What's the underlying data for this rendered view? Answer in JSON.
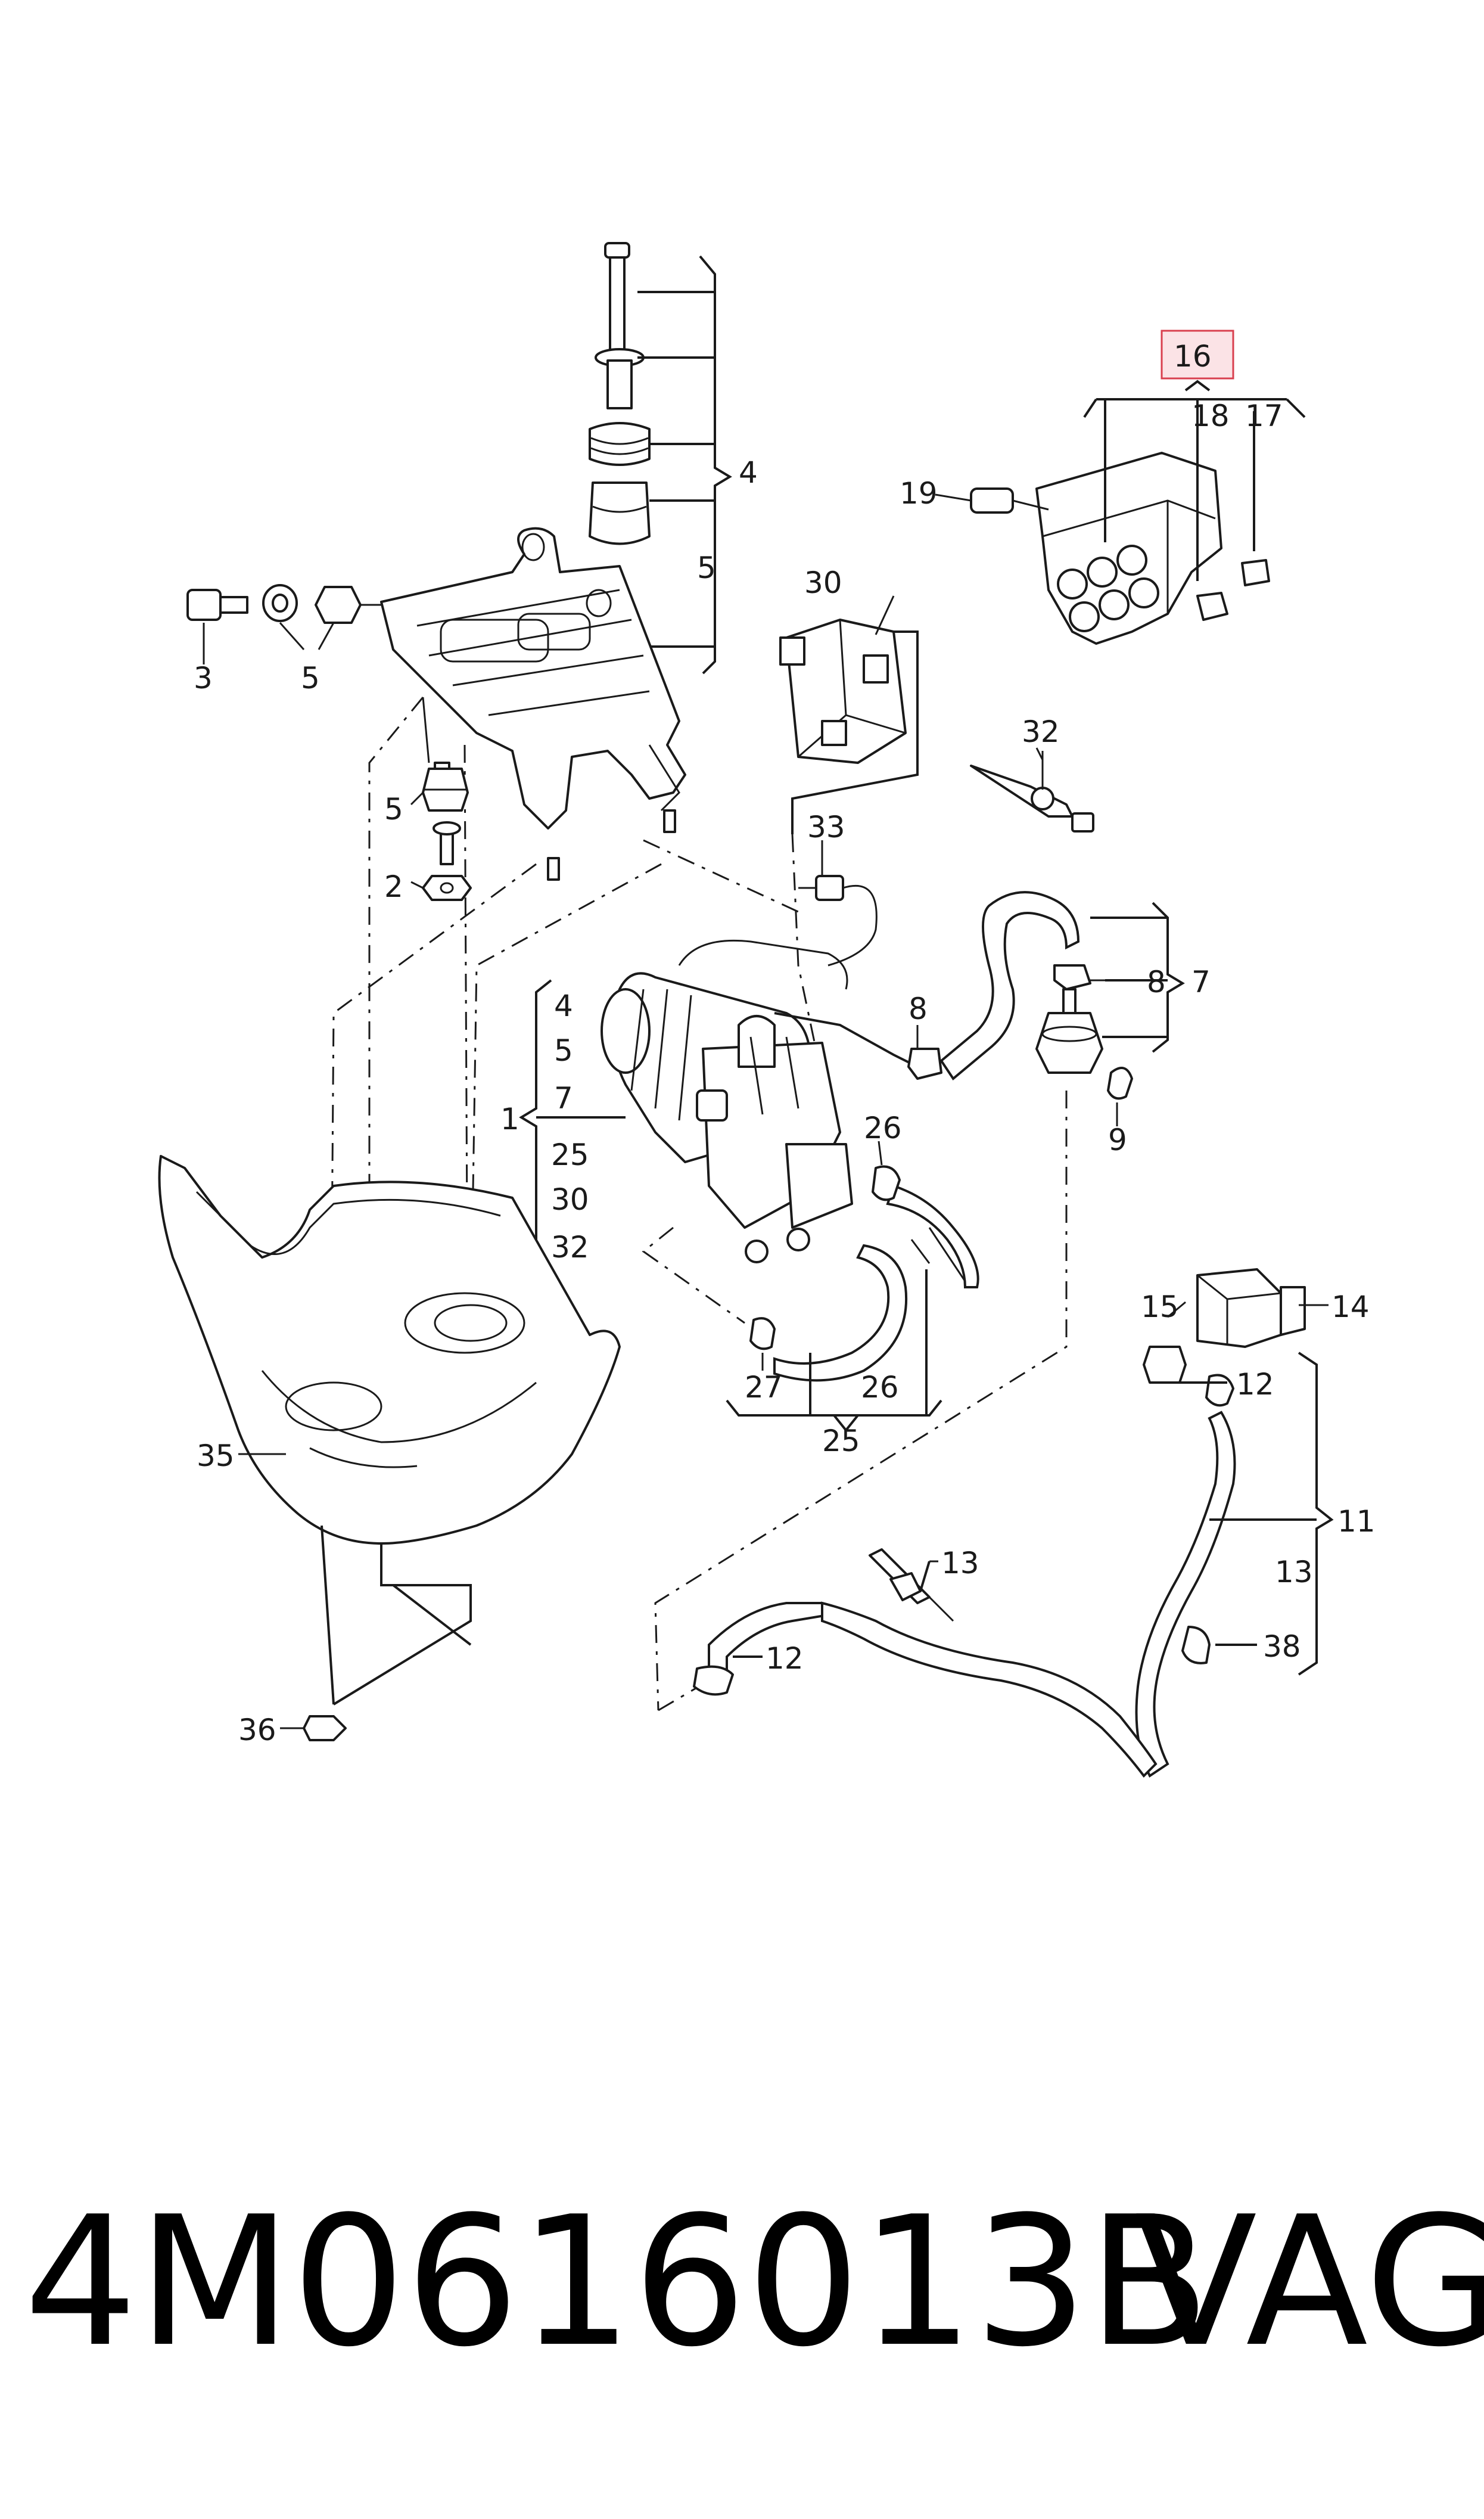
{
  "callouts": {
    "c1": "1",
    "c2": "2",
    "c3": "3",
    "c4": "4",
    "c5": "5",
    "c7": "7",
    "c8": "8",
    "c9": "9",
    "c11": "11",
    "c12": "12",
    "c13": "13",
    "c14": "14",
    "c15": "15",
    "c16": "16",
    "c17": "17",
    "c18": "18",
    "c19": "19",
    "c25": "25",
    "c26": "26",
    "c27": "27",
    "c30": "30",
    "c32": "32",
    "c33": "33",
    "c35": "35",
    "c36": "36",
    "c38": "38"
  },
  "highlight_color": "#d9404f",
  "part_number": "4M0616013B",
  "brand": "VAG"
}
